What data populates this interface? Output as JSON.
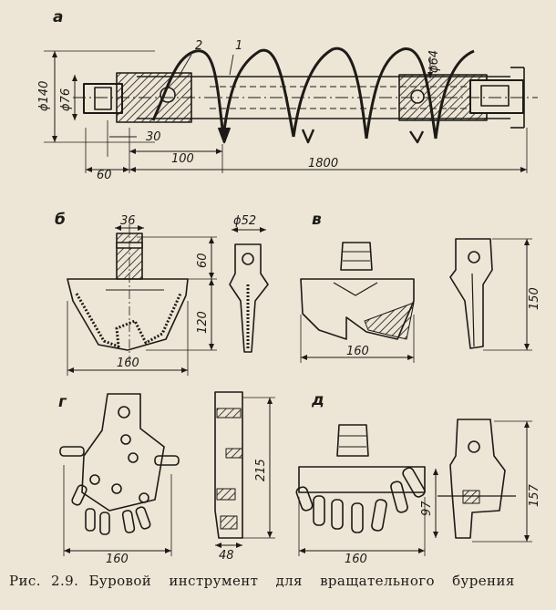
{
  "figure": {
    "caption_prefix": "Рис. 2.9.",
    "caption_text": "Буровой инструмент для вращательного бурения",
    "panels": {
      "a": {
        "letter": "а",
        "labels": [
          "2",
          "1",
          "ϕ64",
          "ϕ140",
          "ϕ76",
          "30",
          "100",
          "60",
          "1800"
        ]
      },
      "b": {
        "letter": "б",
        "labels": [
          "36",
          "60",
          "120",
          "160",
          "ϕ52"
        ]
      },
      "v": {
        "letter": "в",
        "labels": [
          "160",
          "150"
        ]
      },
      "g": {
        "letter": "г",
        "labels": [
          "215",
          "160",
          "48"
        ]
      },
      "d": {
        "letter": "д",
        "labels": [
          "97",
          "157",
          "160"
        ]
      }
    }
  }
}
